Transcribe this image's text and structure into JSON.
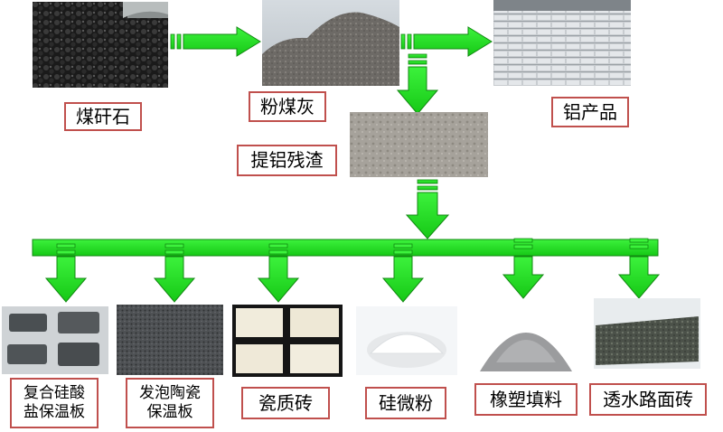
{
  "top_row": {
    "coal_gangue": {
      "label": "煤矸石"
    },
    "fly_ash": {
      "label": "粉煤灰"
    },
    "aluminum_products": {
      "label": "铝产品"
    }
  },
  "middle": {
    "residue": {
      "label": "提铝残渣"
    }
  },
  "products": [
    {
      "label": "复合硅酸\n盐保温板"
    },
    {
      "label": "发泡陶瓷\n保温板"
    },
    {
      "label": "瓷质砖"
    },
    {
      "label": "硅微粉"
    },
    {
      "label": "橡塑填料"
    },
    {
      "label": "透水路面砖"
    }
  ],
  "colors": {
    "arrow_green": "#22dd22",
    "arrow_stroke": "#118811",
    "label_border": "#c0504d"
  }
}
